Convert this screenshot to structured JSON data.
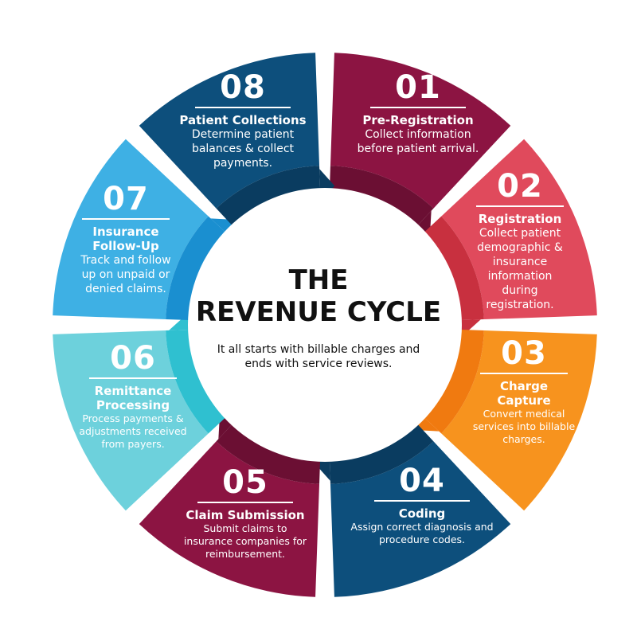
{
  "center": {
    "title_line1": "THE",
    "title_line2": "REVENUE CYCLE",
    "subtitle_line1": "It all starts with billable charges and",
    "subtitle_line2": "ends with service reviews."
  },
  "steps": [
    {
      "num": "01",
      "title": "Pre-Registration",
      "desc": [
        "Collect information",
        "before patient arrival."
      ],
      "color": "#8c1442",
      "inner_color": "#6b0f33"
    },
    {
      "num": "02",
      "title": "Registration",
      "desc": [
        "Collect patient",
        "demographic &",
        "insurance",
        "information",
        "during",
        "registration."
      ],
      "color": "#e04a5c",
      "inner_color": "#c8303f"
    },
    {
      "num": "03",
      "title": "Charge Capture",
      "desc": [
        "Convert medical",
        "services into billable",
        "charges."
      ],
      "color": "#f7931e",
      "inner_color": "#f07a10"
    },
    {
      "num": "04",
      "title": "Coding",
      "desc": [
        "Assign correct diagnosis and",
        "procedure codes."
      ],
      "color": "#0d4f7c",
      "inner_color": "#0a3c60"
    },
    {
      "num": "05",
      "title": "Claim Submission",
      "desc": [
        "Submit claims to",
        "insurance companies for",
        "reimbursement."
      ],
      "color": "#8c1442",
      "inner_color": "#6b0f33"
    },
    {
      "num": "06",
      "title": "Remittance Processing",
      "desc": [
        "Process payments &",
        "adjustments received",
        "from payers."
      ],
      "color": "#6dd1dc",
      "inner_color": "#2fc0d0"
    },
    {
      "num": "07",
      "title": "Insurance Follow-Up",
      "desc": [
        "Track and follow",
        "up on unpaid or",
        "denied claims."
      ],
      "color": "#3eb0e4",
      "inner_color": "#1a8fd0"
    },
    {
      "num": "08",
      "title": "Patient Collections",
      "desc": [
        "Determine patient",
        "balances & collect",
        "payments."
      ],
      "color": "#0d4f7c",
      "inner_color": "#0a3c60"
    }
  ]
}
